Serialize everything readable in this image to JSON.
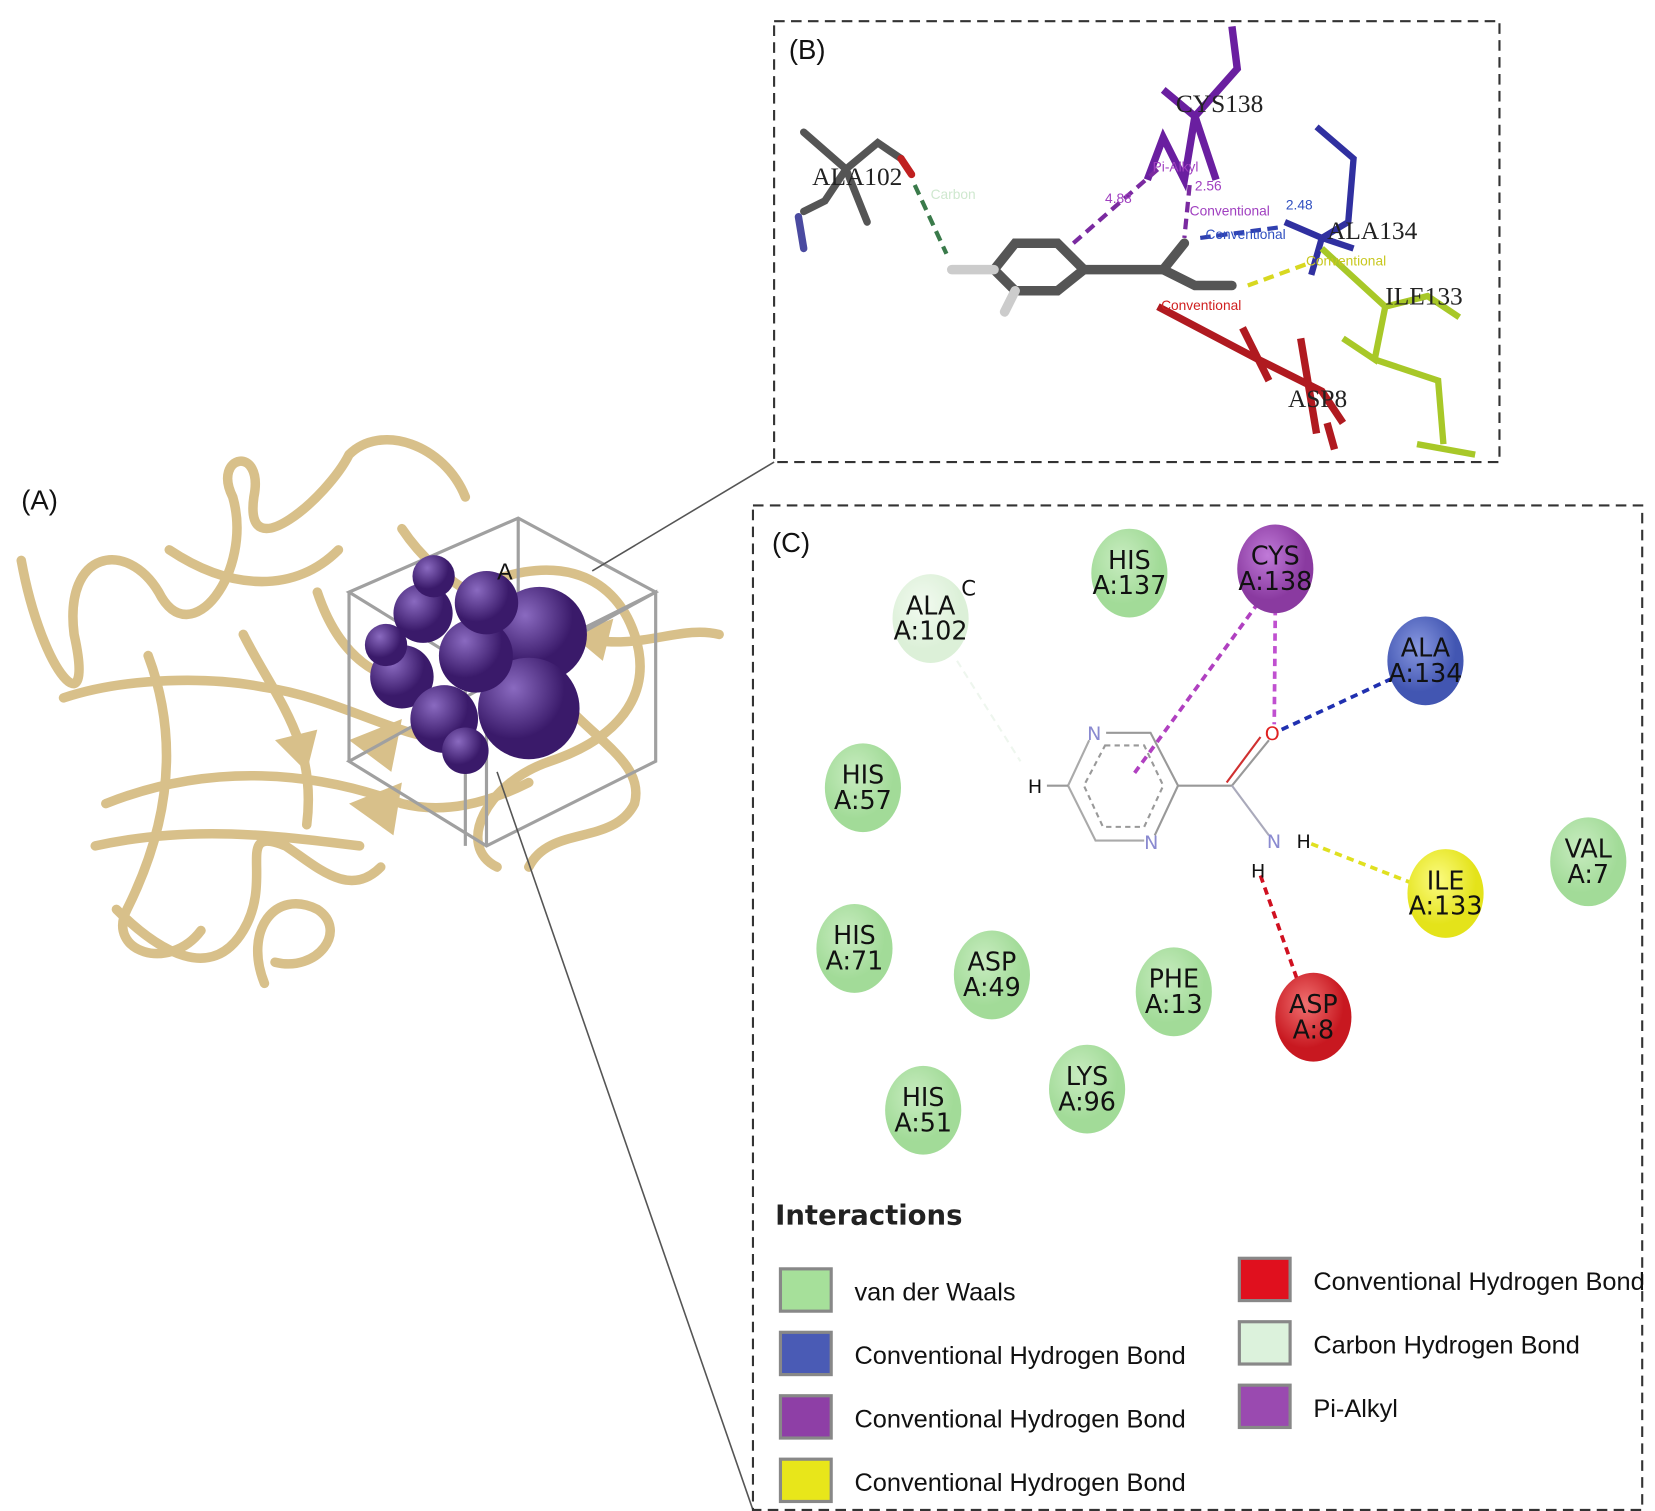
{
  "panels": {
    "a": "(A)",
    "b": "(B)",
    "c": "(C)"
  },
  "panel_a": {
    "chain_label": "A"
  },
  "panel_b": {
    "residues": [
      "CYS138",
      "ALA102",
      "ALA134",
      "ILE133",
      "ASP8"
    ],
    "distances": [
      "4.88",
      "2.56",
      "2.48"
    ],
    "interaction_labels": [
      "Pi-Alkyl",
      "Conventional",
      "Conventional",
      "Conventional",
      "Conventional",
      "Carbon"
    ]
  },
  "panel_c": {
    "residues": [
      {
        "name": "ALA",
        "id": "A:102",
        "superscript": "C",
        "type": "carbon_hbond"
      },
      {
        "name": "HIS",
        "id": "A:137",
        "type": "vdw"
      },
      {
        "name": "CYS",
        "id": "A:138",
        "type": "pi_alkyl"
      },
      {
        "name": "ALA",
        "id": "A:134",
        "type": "hbond_blue"
      },
      {
        "name": "HIS",
        "id": "A:57",
        "type": "vdw"
      },
      {
        "name": "VAL",
        "id": "A:7",
        "type": "vdw"
      },
      {
        "name": "ILE",
        "id": "A:133",
        "type": "hbond_yellow"
      },
      {
        "name": "HIS",
        "id": "A:71",
        "type": "vdw"
      },
      {
        "name": "ASP",
        "id": "A:49",
        "type": "vdw"
      },
      {
        "name": "PHE",
        "id": "A:13",
        "type": "vdw"
      },
      {
        "name": "ASP",
        "id": "A:8",
        "type": "hbond_red"
      },
      {
        "name": "LYS",
        "id": "A:96",
        "type": "vdw"
      },
      {
        "name": "HIS",
        "id": "A:51",
        "type": "vdw"
      }
    ],
    "ligand_atoms": {
      "n": "N",
      "h": "H",
      "o": "O"
    },
    "legend": {
      "title": "Interactions",
      "items": [
        {
          "label": "van der Waals",
          "color": "#a6e09a"
        },
        {
          "label": "Conventional Hydrogen Bond",
          "color": "#4a5bb5"
        },
        {
          "label": "Conventional Hydrogen Bond",
          "color": "#8e3fa6"
        },
        {
          "label": "Conventional Hydrogen Bond",
          "color": "#e8e61a"
        },
        {
          "label": "Conventional Hydrogen Bond",
          "color": "#e0101e"
        },
        {
          "label": "Carbon Hydrogen Bond",
          "color": "#dcf2dc"
        },
        {
          "label": "Pi-Alkyl",
          "color": "#9a4ab0"
        }
      ]
    }
  }
}
